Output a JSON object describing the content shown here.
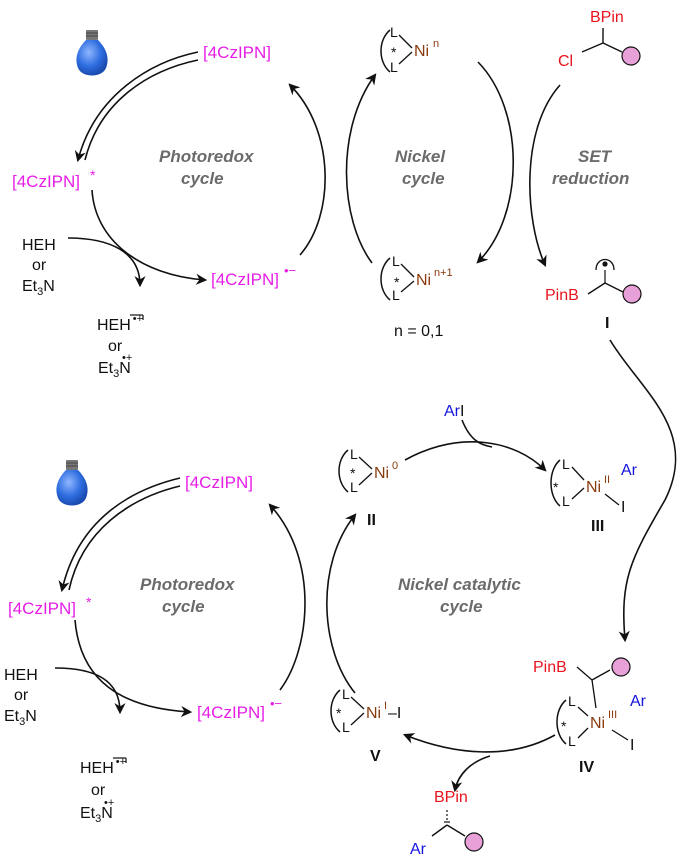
{
  "colors": {
    "photocatalyst": "#e61ee6",
    "boron": "#e8141e",
    "nickel": "#8b3a0e",
    "aryl": "#1414dc",
    "cycle_label": "#6b6b6b",
    "substituent_ball": "#e8a0d8",
    "bulb": "#2f6ee0"
  },
  "icons": [
    "light-bulb-icon",
    "substituent-ball-icon"
  ],
  "top": {
    "pc_ground": "[4CzIPN]",
    "pc_excited": "[4CzIPN]",
    "pc_reduced": "[4CzIPN]",
    "star": "*",
    "radical_anion_sup": "•−",
    "photoredox_label_1": "Photoredox",
    "photoredox_label_2": "cycle",
    "nickel_label_1": "Nickel",
    "nickel_label_2": "cycle",
    "set_label_1": "SET",
    "set_label_2": "reduction",
    "reductant_1": "HEH",
    "reductant_or": "or",
    "reductant_2a": "Et",
    "reductant_2b": "3",
    "reductant_2c": "N",
    "oxidized_1": "HEH",
    "oxidized_1_sup": "•+",
    "oxidized_or": "or",
    "oxidized_2a": "Et",
    "oxidized_2b": "3",
    "oxidized_2c": "N",
    "oxidized_2_sup": "•+",
    "ni_n": "Ni",
    "ni_n_sup": "n",
    "ni_n1": "Ni",
    "ni_n1_sup": "n+1",
    "ligand_L": "L",
    "chiral_star": "*",
    "n_values": "n = 0,1",
    "substrate_bpin": "BPin",
    "substrate_cl": "Cl",
    "radical_pinb": "PinB",
    "radical_label": "I"
  },
  "bottom": {
    "pc_ground": "[4CzIPN]",
    "pc_excited": "[4CzIPN]",
    "pc_reduced": "[4CzIPN]",
    "star": "*",
    "radical_anion_sup": "•−",
    "photoredox_label_1": "Photoredox",
    "photoredox_label_2": "cycle",
    "nickel_label_1": "Nickel catalytic",
    "nickel_label_2": "cycle",
    "reductant_1": "HEH",
    "reductant_or": "or",
    "reductant_2a": "Et",
    "reductant_2b": "3",
    "reductant_2c": "N",
    "oxidized_1": "HEH",
    "oxidized_1_sup": "•+",
    "oxidized_or": "or",
    "oxidized_2a": "Et",
    "oxidized_2b": "3",
    "oxidized_2c": "N",
    "oxidized_2_sup": "•+",
    "ar_i_ar": "Ar",
    "ar_i_i": "I",
    "ni0": "Ni",
    "ni0_sup": "0",
    "label_II": "II",
    "ni2": "Ni",
    "ni2_sup": "II",
    "ni2_ar": "Ar",
    "ni2_i": "I",
    "label_III": "III",
    "ni3": "Ni",
    "ni3_sup": "III",
    "ni3_ar": "Ar",
    "ni3_i": "I",
    "ni3_pinb": "PinB",
    "label_IV": "IV",
    "ni1": "Ni",
    "ni1_sup": "I",
    "ni1_i": "–I",
    "label_V": "V",
    "product_bpin": "BPin",
    "product_ar": "Ar"
  }
}
